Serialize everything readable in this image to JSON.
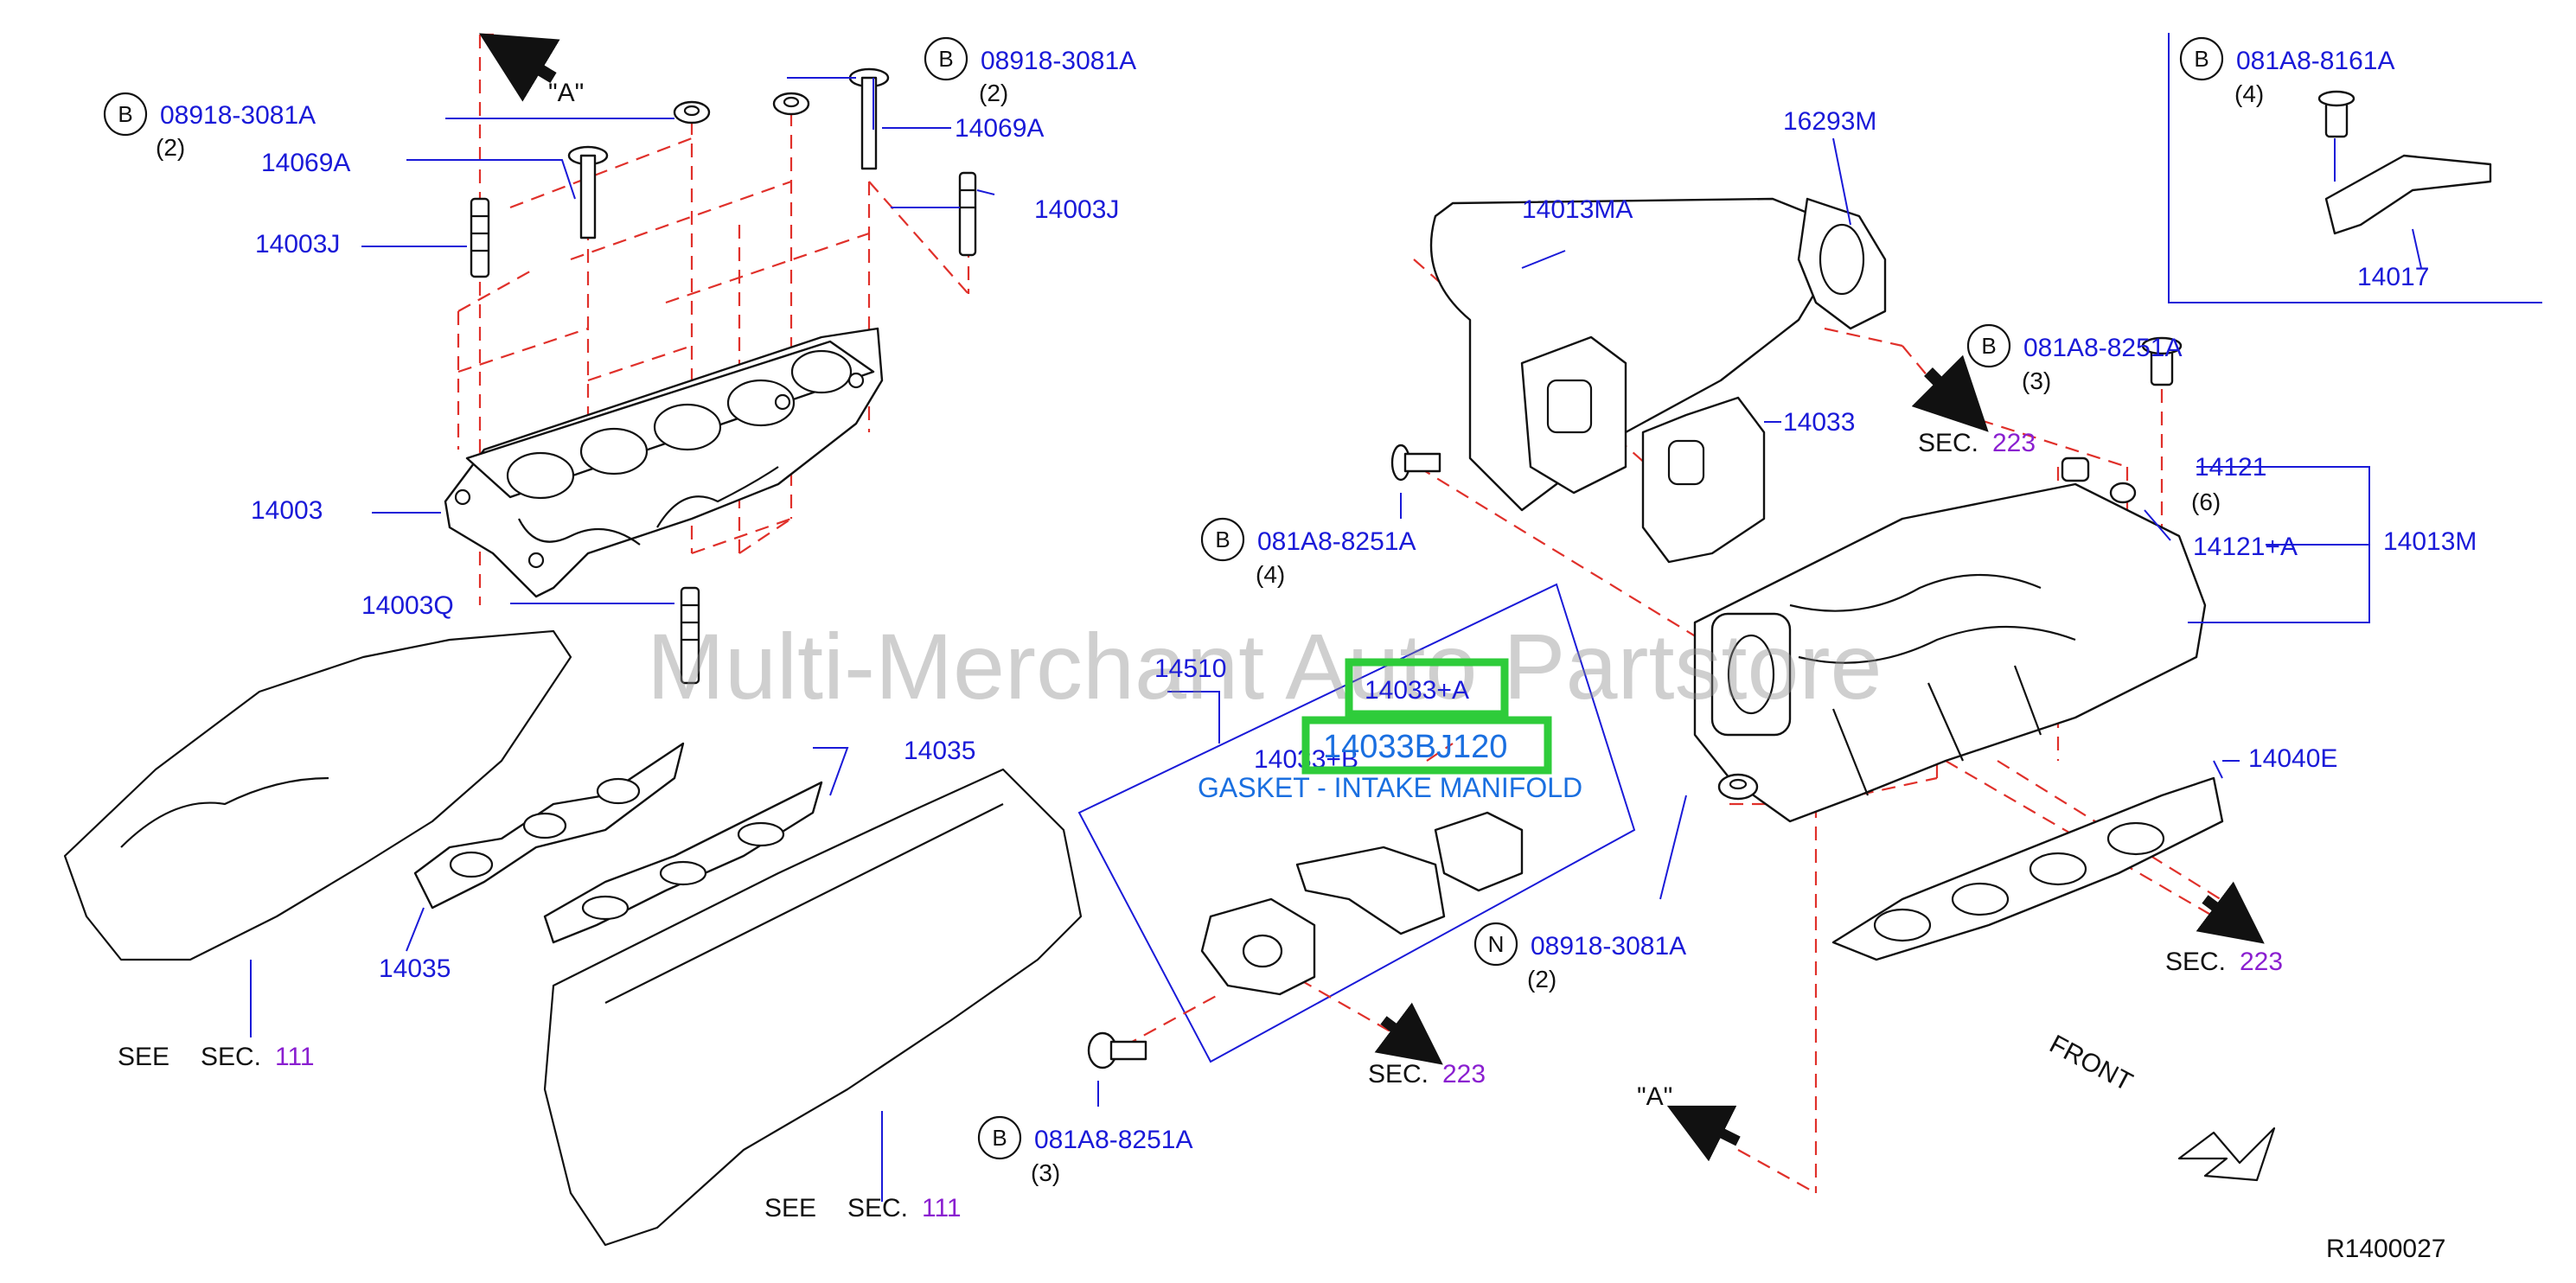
{
  "watermark": "Multi-Merchant Auto Partstore",
  "highlight": {
    "box_a": "14033+A",
    "box_b": "14033BJ120",
    "under_label": "14033+B",
    "description": "GASKET - INTAKE MANIFOLD"
  },
  "callouts": {
    "c1_badge": "B",
    "c1_part": "08918-3081A",
    "c1_qty": "(2)",
    "c2_part": "14069A",
    "c3_part": "14003J",
    "c4_part": "14003",
    "c5_part": "14003Q",
    "c6_badge": "B",
    "c6_part": "08918-3081A",
    "c6_qty": "(2)",
    "c7_part": "14069A",
    "c8_part": "14003J",
    "c9_part": "14035",
    "c10_part": "14035",
    "c11_part": "14510",
    "c12_part": "14013MA",
    "c13_part": "16293M",
    "c14_part": "14033",
    "c15_badge": "B",
    "c15_part": "081A8-8251A",
    "c15_qty": "(4)",
    "c16_badge": "B",
    "c16_part": "081A8-8251A",
    "c16_qty": "(3)",
    "c17_part": "14121",
    "c17_qty": "(6)",
    "c18_part": "14121+A",
    "c19_part": "14013M",
    "c20_part": "14040E",
    "c21_badge": "N",
    "c21_part": "08918-3081A",
    "c21_qty": "(2)",
    "c22_badge": "B",
    "c22_part": "081A8-8251A",
    "c22_qty": "(3)",
    "c23_badge": "B",
    "c23_part": "081A8-8161A",
    "c23_qty": "(4)",
    "c24_part": "14017"
  },
  "arrows": {
    "a_top": "\"A\"",
    "a_bottom": "\"A\"",
    "front": "FRONT"
  },
  "sections": {
    "sec1_see": "SEE",
    "sec1_prefix": "SEC.",
    "sec1_num": "111",
    "sec2_see": "SEE",
    "sec2_prefix": "SEC.",
    "sec2_num": "111",
    "sec3_prefix": "SEC.",
    "sec3_num": "223",
    "sec4_prefix": "SEC.",
    "sec4_num": "223",
    "sec5_prefix": "SEC.",
    "sec5_num": "223"
  },
  "reference": "R1400027"
}
